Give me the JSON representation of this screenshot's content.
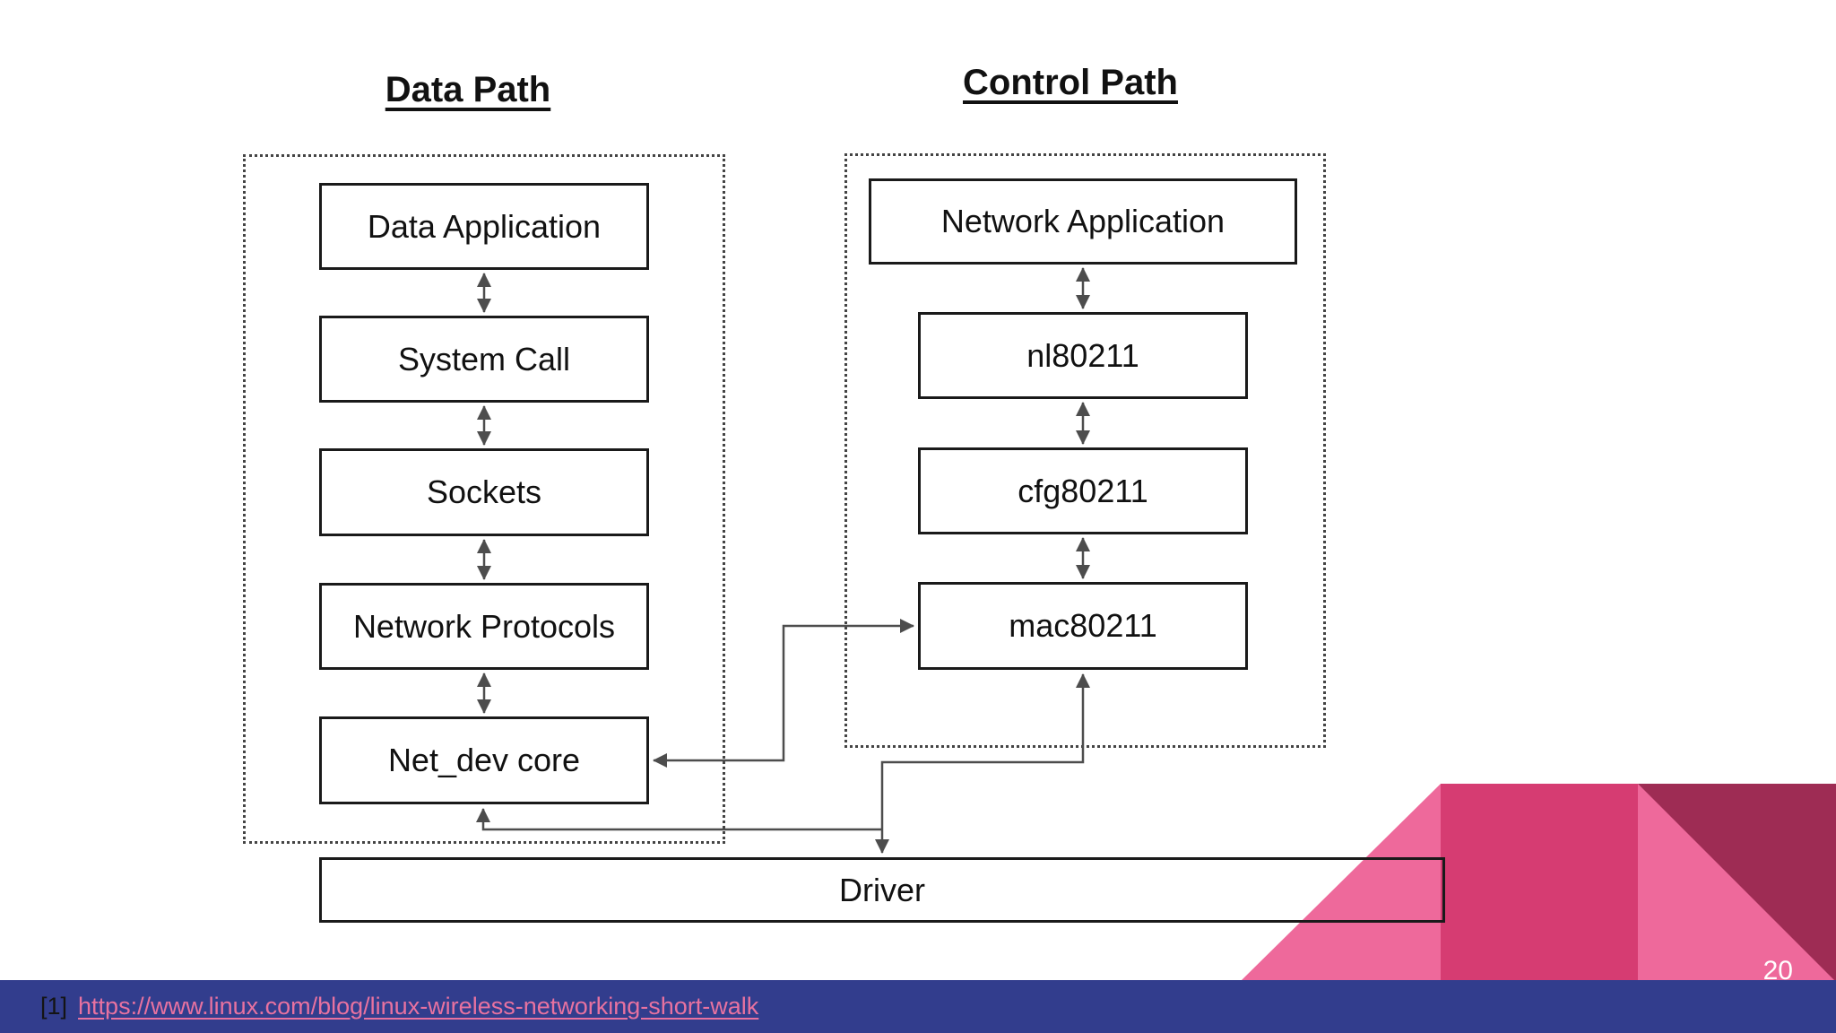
{
  "slide": {
    "page_number": "20"
  },
  "titles": {
    "data_path": "Data Path",
    "control_path": "Control Path"
  },
  "data_path": {
    "boxes": [
      "Data Application",
      "System Call",
      "Sockets",
      "Network Protocols",
      "Net_dev core"
    ]
  },
  "control_path": {
    "boxes": [
      "Network Application",
      "nl80211",
      "cfg80211",
      "mac80211"
    ]
  },
  "driver_label": "Driver",
  "footer": {
    "ref_marker": "[1]",
    "link_text": "https://www.linux.com/blog/linux-wireless-networking-short-walk"
  },
  "colors": {
    "box_border": "#1a1a1a",
    "connector": "#4d4d4d",
    "footer_bar": "#323d8d",
    "link": "#e872a0",
    "accent_pink_light": "#ee699b",
    "accent_pink_dark": "#d63c72",
    "accent_maroon": "#9e2c54",
    "page_number_color": "#ffffff"
  }
}
